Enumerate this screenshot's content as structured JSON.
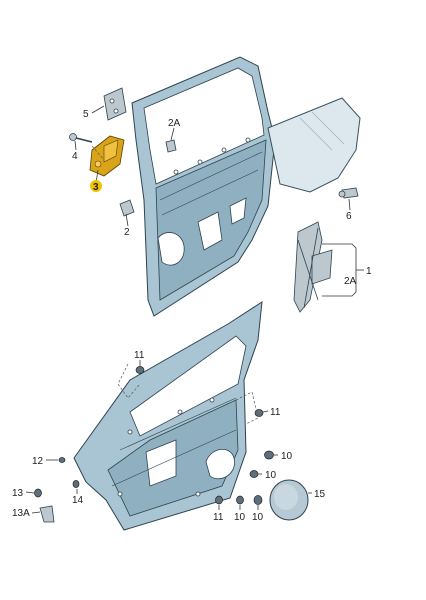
{
  "diagram": {
    "labels": {
      "p1": "1",
      "p2A_top": "2A",
      "p2A_side": "2A",
      "p2": "2",
      "p3": "3",
      "p4": "4",
      "p5": "5",
      "p6": "6",
      "p10_a": "10",
      "p10_b": "10",
      "p10_c": "10",
      "p10_d": "10",
      "p11_top": "11",
      "p11_mid": "11",
      "p11_bot": "11",
      "p12": "12",
      "p13": "13",
      "p13A": "13A",
      "p14": "14",
      "p15": "15"
    },
    "highlight": {
      "part": "3",
      "color": "#f2c200"
    },
    "colors": {
      "door": "#a9c4d2",
      "glass": "#dde8ee",
      "motor": "#d9a31a"
    }
  }
}
